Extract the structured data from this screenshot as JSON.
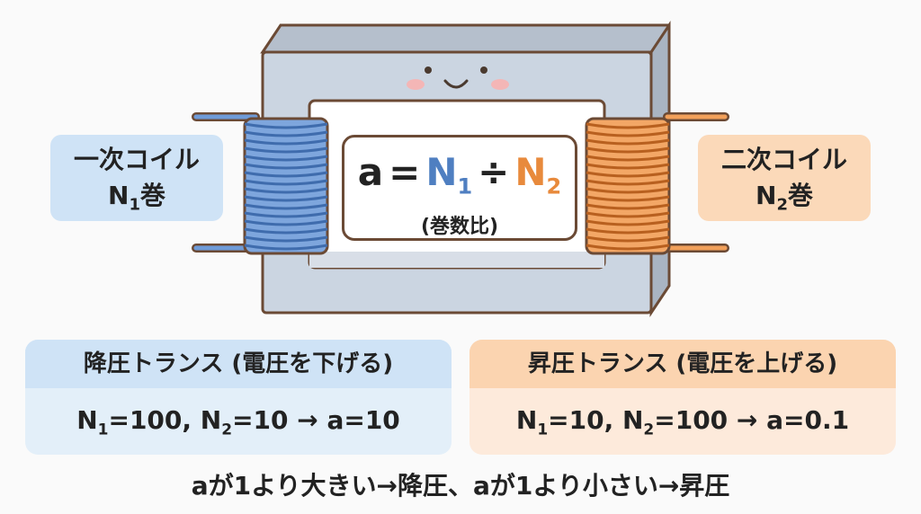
{
  "primary_coil": {
    "title": "一次コイル",
    "turns_prefix": "N",
    "turns_sub": "1",
    "turns_suffix": "巻"
  },
  "secondary_coil": {
    "title": "二次コイル",
    "turns_prefix": "N",
    "turns_sub": "2",
    "turns_suffix": "巻"
  },
  "formula": {
    "lhs": "a",
    "eq": "=",
    "n1": "N",
    "n1_sub": "1",
    "op": "÷",
    "n2": "N",
    "n2_sub": "2",
    "note": "(巻数比)"
  },
  "step_down": {
    "title": "降圧トランス (電圧を下げる)",
    "n1": "N",
    "n1_sub": "1",
    "n1_val": "=100,",
    "n2": "N",
    "n2_sub": "2",
    "n2_val": "=10",
    "arrow": "→",
    "result": "a=10"
  },
  "step_up": {
    "title": "昇圧トランス (電圧を上げる)",
    "n1": "N",
    "n1_sub": "1",
    "n1_val": "=10,",
    "n2": "N",
    "n2_sub": "2",
    "n2_val": "=100",
    "arrow": "→",
    "result": "a=0.1"
  },
  "summary": "aが1より大きい→降圧、aが1より小さい→昇圧",
  "colors": {
    "core": "#c9d3e0",
    "core_top": "#b3bdca",
    "outline": "#6b4a35",
    "primary": "#5b8fd6",
    "secondary": "#ef8f3f"
  },
  "decorations": [
    "smiley-face",
    "blush"
  ]
}
